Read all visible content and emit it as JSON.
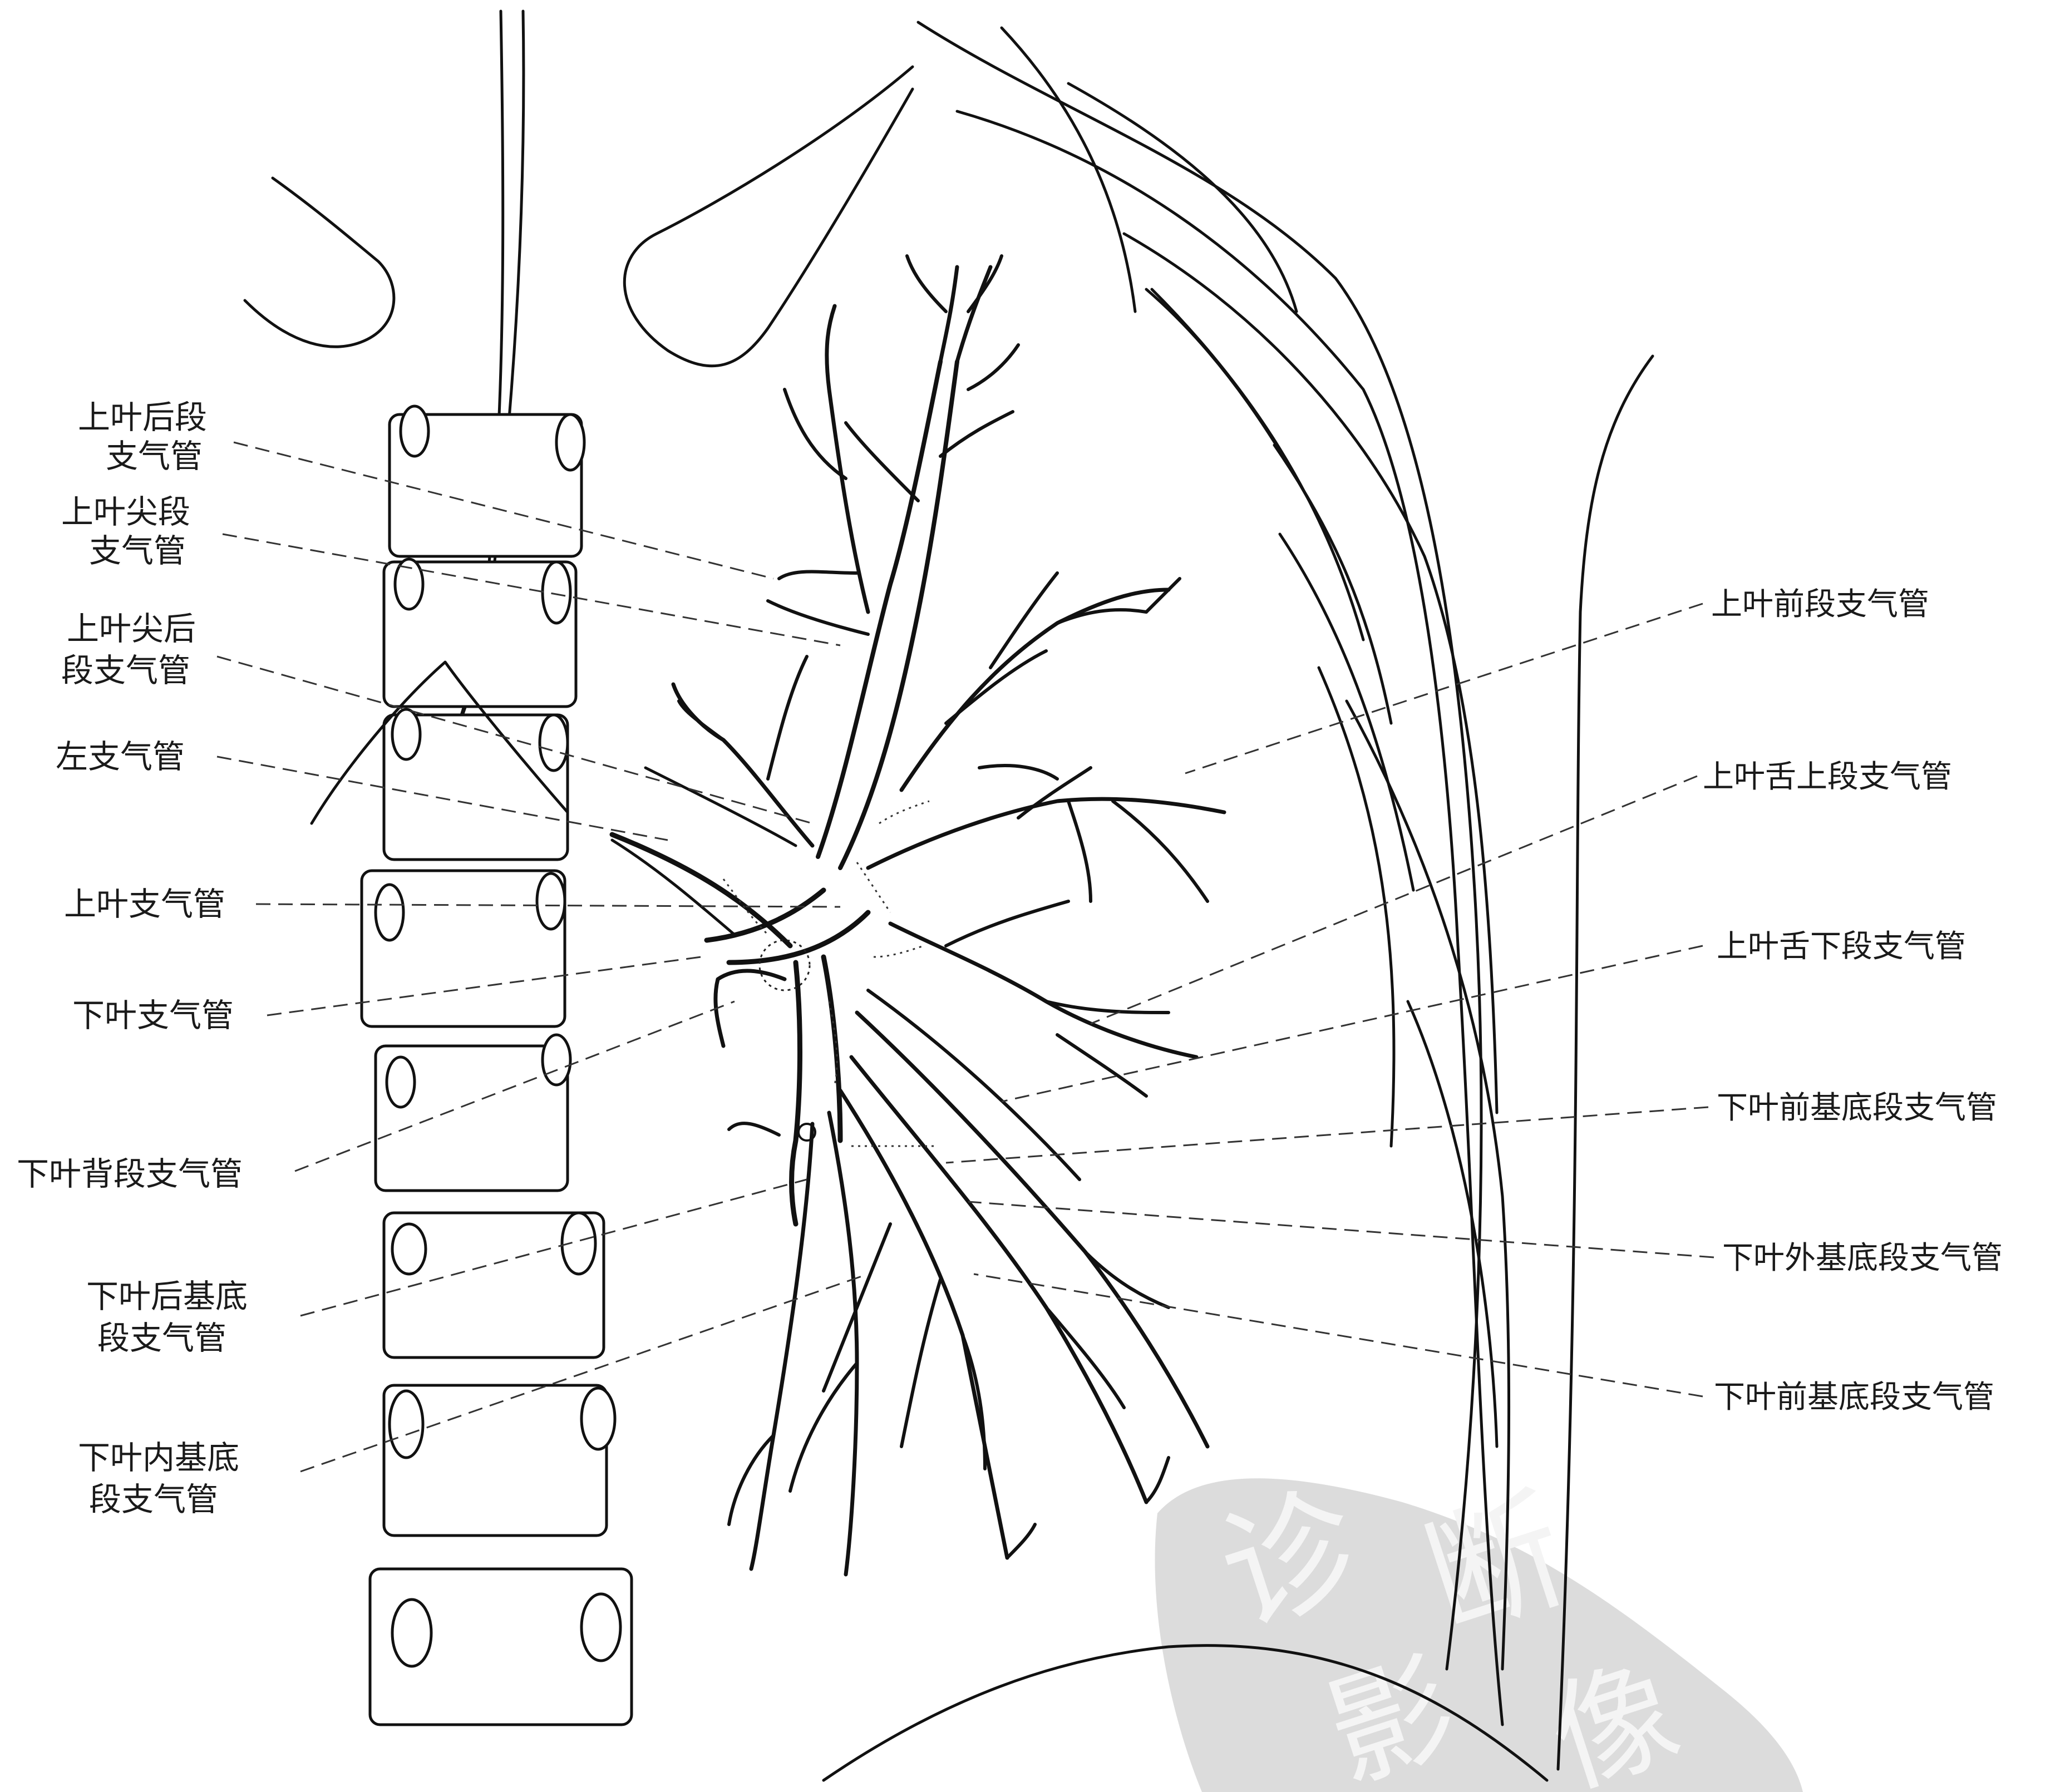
{
  "labels_left": [
    {
      "id": "upper-lobe-posterior-segment",
      "lines": [
        "上叶后段",
        "支气管"
      ]
    },
    {
      "id": "upper-lobe-apical-segment",
      "lines": [
        "上叶尖段",
        "支气管"
      ]
    },
    {
      "id": "upper-lobe-apicoposterior-segment",
      "lines": [
        "上叶尖后",
        "段支气管"
      ]
    },
    {
      "id": "left-main-bronchus",
      "lines": [
        "左支气管"
      ]
    },
    {
      "id": "upper-lobe-bronchus",
      "lines": [
        "上叶支气管"
      ]
    },
    {
      "id": "lower-lobe-bronchus",
      "lines": [
        "下叶支气管"
      ]
    },
    {
      "id": "lower-lobe-superior-segment",
      "lines": [
        "下叶背段支气管"
      ]
    },
    {
      "id": "lower-lobe-posterior-basal-segment",
      "lines": [
        "下叶后基底",
        "段支气管"
      ]
    },
    {
      "id": "lower-lobe-medial-basal-segment",
      "lines": [
        "下叶内基底",
        "段支气管"
      ]
    }
  ],
  "labels_right": [
    {
      "id": "upper-lobe-anterior-segment",
      "text": "上叶前段支气管"
    },
    {
      "id": "lingula-superior-segment",
      "text": "上叶舌上段支气管"
    },
    {
      "id": "lingula-inferior-segment",
      "text": "上叶舌下段支气管"
    },
    {
      "id": "lower-lobe-anterior-basal-segment-1",
      "text": "下叶前基底段支气管"
    },
    {
      "id": "lower-lobe-lateral-basal-segment",
      "text": "下叶外基底段支气管"
    },
    {
      "id": "lower-lobe-anterior-basal-segment-2",
      "text": "下叶前基底段支气管"
    }
  ],
  "watermark": {
    "glyphs": [
      "诊",
      "断",
      "影",
      "像"
    ],
    "color": "#c9c9c9"
  }
}
